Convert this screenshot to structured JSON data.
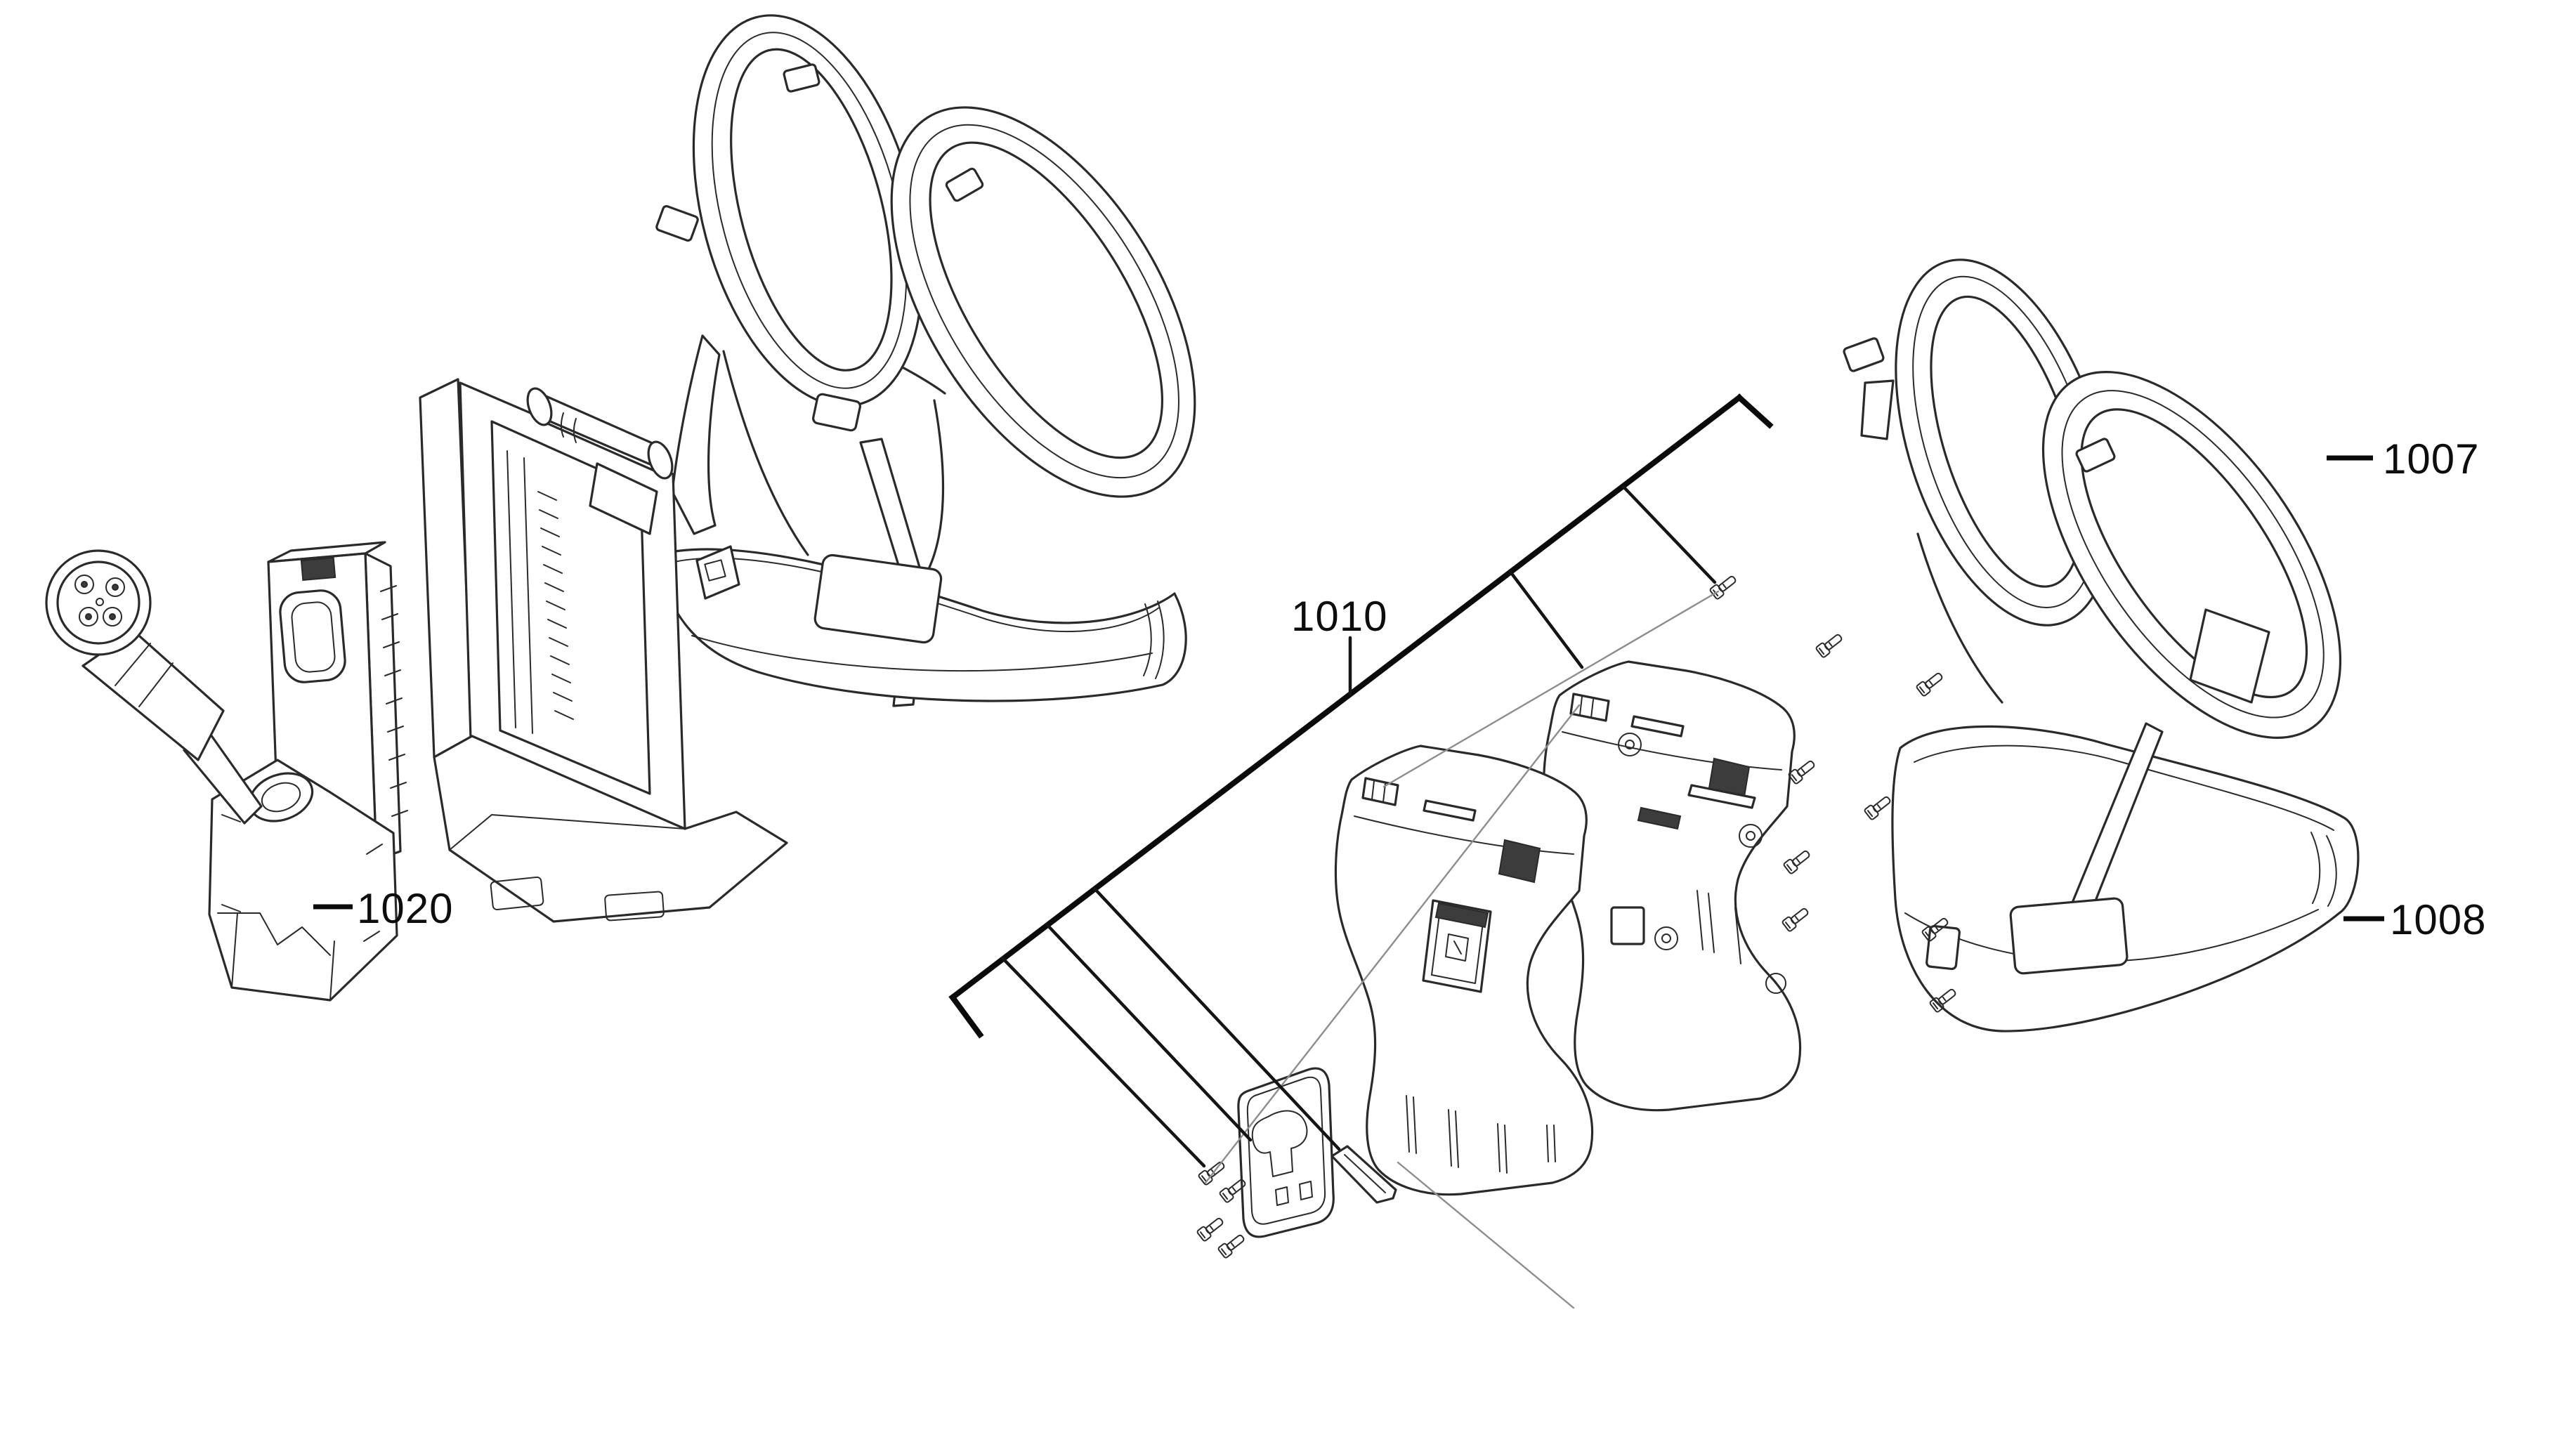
{
  "figure": {
    "background": "#ffffff",
    "ink": "#2a2a2a",
    "callout_ink": "#0d0d0d",
    "guide_line": "#8d8d8d",
    "callouts": [
      {
        "label": "1020"
      },
      {
        "label": "1010"
      },
      {
        "label": "1007"
      },
      {
        "label": "1008"
      }
    ],
    "parts": [
      "power-cable-connector-assembly",
      "battery-pack",
      "charger-dock-frame",
      "assembled-harness",
      "front-mount-plate",
      "rear-mount-plate",
      "hook-bracket-plate",
      "gasket-strip",
      "mounting-screws",
      "shoulder-harness",
      "hip-belt"
    ]
  }
}
